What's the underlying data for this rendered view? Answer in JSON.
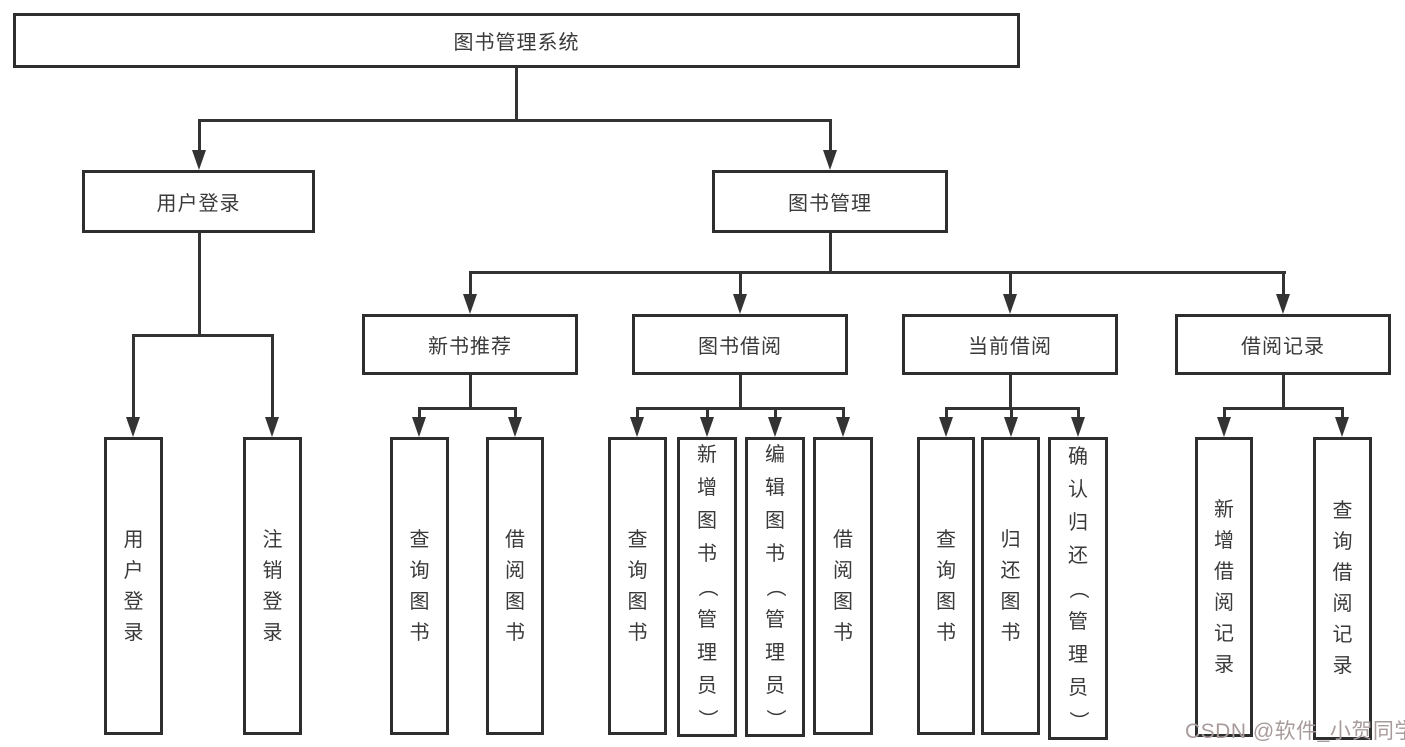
{
  "diagram": {
    "title": "图书管理系统",
    "colors": {
      "background": "#ffffff",
      "box_border": "#2e2e2e",
      "connector_line": "#333333",
      "text": "#3a3a3a",
      "watermark": "#a89b9b"
    }
  },
  "tree": {
    "label": "图书管理系统",
    "children": [
      {
        "label": "用户登录",
        "children": [
          {
            "label": "用户登录"
          },
          {
            "label": "注销登录"
          }
        ]
      },
      {
        "label": "图书管理",
        "children": [
          {
            "label": "新书推荐",
            "children": [
              {
                "label": "查询图书"
              },
              {
                "label": "借阅图书"
              }
            ]
          },
          {
            "label": "图书借阅",
            "children": [
              {
                "label": "查询图书"
              },
              {
                "label": "新增图书（管理员）"
              },
              {
                "label": "编辑图书（管理员）"
              },
              {
                "label": "借阅图书"
              }
            ]
          },
          {
            "label": "当前借阅",
            "children": [
              {
                "label": "查询图书"
              },
              {
                "label": "归还图书"
              },
              {
                "label": "确认归还（管理员）"
              }
            ]
          },
          {
            "label": "借阅记录",
            "children": [
              {
                "label": "新增借阅记录"
              },
              {
                "label": "查询借阅记录"
              }
            ]
          }
        ]
      }
    ]
  },
  "watermark": {
    "text": "CSDN @软件_小贺同学"
  }
}
